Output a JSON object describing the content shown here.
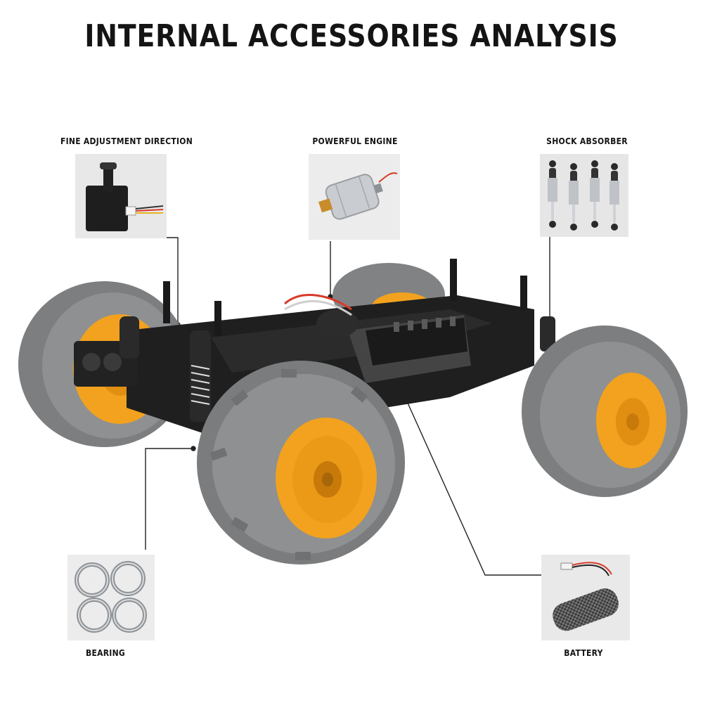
{
  "title": "INTERNAL ACCESSORIES ANALYSIS",
  "labels": {
    "steering": "FINE ADJUSTMENT DIRECTION",
    "engine": "POWERFUL ENGINE",
    "shock": "SHOCK ABSORBER",
    "bearing": "BEARING",
    "battery": "BATTERY"
  },
  "colors": {
    "tire": "#8a8c8e",
    "tire_dark": "#6e7072",
    "rim": "#f2a21e",
    "chassis": "#1c1c1c",
    "thumb_bg": "#e9e9e9"
  },
  "icons": [
    "servo-icon",
    "motor-icon",
    "shock-absorber-icon",
    "bearing-icon",
    "battery-pack-icon"
  ]
}
